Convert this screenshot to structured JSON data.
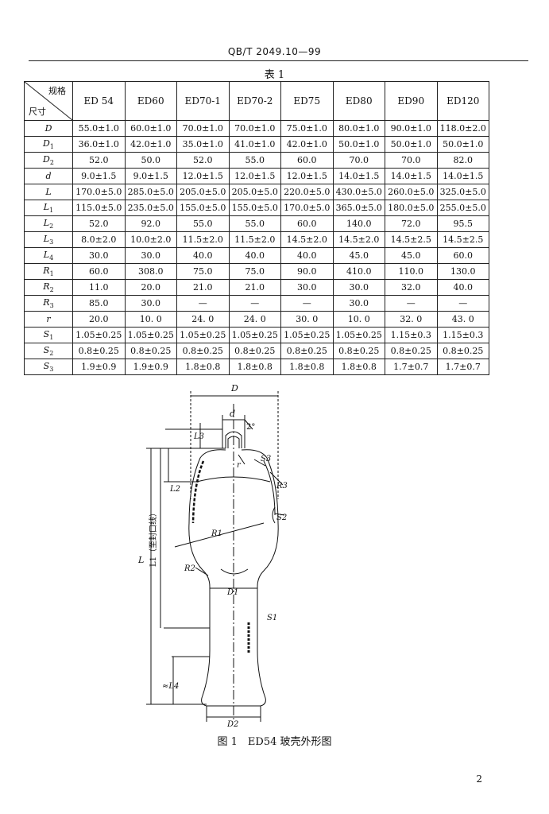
{
  "header": "QB/T 2049.10—99",
  "table_title": "表 1",
  "corner": {
    "top": "规格",
    "bottom": "尺寸"
  },
  "columns": [
    "ED 54",
    "ED60",
    "ED70-1",
    "ED70-2",
    "ED75",
    "ED80",
    "ED90",
    "ED120"
  ],
  "rows": [
    {
      "label": "D",
      "sub": "",
      "values": [
        "55.0±1.0",
        "60.0±1.0",
        "70.0±1.0",
        "70.0±1.0",
        "75.0±1.0",
        "80.0±1.0",
        "90.0±1.0",
        "118.0±2.0"
      ]
    },
    {
      "label": "D",
      "sub": "1",
      "values": [
        "36.0±1.0",
        "42.0±1.0",
        "35.0±1.0",
        "41.0±1.0",
        "42.0±1.0",
        "50.0±1.0",
        "50.0±1.0",
        "50.0±1.0"
      ]
    },
    {
      "label": "D",
      "sub": "2",
      "values": [
        "52.0",
        "50.0",
        "52.0",
        "55.0",
        "60.0",
        "70.0",
        "70.0",
        "82.0"
      ]
    },
    {
      "label": "d",
      "sub": "",
      "values": [
        "9.0±1.5",
        "9.0±1.5",
        "12.0±1.5",
        "12.0±1.5",
        "12.0±1.5",
        "14.0±1.5",
        "14.0±1.5",
        "14.0±1.5"
      ]
    },
    {
      "label": "L",
      "sub": "",
      "values": [
        "170.0±5.0",
        "285.0±5.0",
        "205.0±5.0",
        "205.0±5.0",
        "220.0±5.0",
        "430.0±5.0",
        "260.0±5.0",
        "325.0±5.0"
      ]
    },
    {
      "label": "L",
      "sub": "1",
      "values": [
        "115.0±5.0",
        "235.0±5.0",
        "155.0±5.0",
        "155.0±5.0",
        "170.0±5.0",
        "365.0±5.0",
        "180.0±5.0",
        "255.0±5.0"
      ]
    },
    {
      "label": "L",
      "sub": "2",
      "values": [
        "52.0",
        "92.0",
        "55.0",
        "55.0",
        "60.0",
        "140.0",
        "72.0",
        "95.5"
      ]
    },
    {
      "label": "L",
      "sub": "3",
      "values": [
        "8.0±2.0",
        "10.0±2.0",
        "11.5±2.0",
        "11.5±2.0",
        "14.5±2.0",
        "14.5±2.0",
        "14.5±2.5",
        "14.5±2.5"
      ]
    },
    {
      "label": "L",
      "sub": "4",
      "values": [
        "30.0",
        "30.0",
        "40.0",
        "40.0",
        "40.0",
        "45.0",
        "45.0",
        "60.0"
      ]
    },
    {
      "label": "R",
      "sub": "1",
      "values": [
        "60.0",
        "308.0",
        "75.0",
        "75.0",
        "90.0",
        "410.0",
        "110.0",
        "130.0"
      ]
    },
    {
      "label": "R",
      "sub": "2",
      "values": [
        "11.0",
        "20.0",
        "21.0",
        "21.0",
        "30.0",
        "30.0",
        "32.0",
        "40.0"
      ]
    },
    {
      "label": "R",
      "sub": "3",
      "values": [
        "85.0",
        "30.0",
        "—",
        "—",
        "—",
        "30.0",
        "—",
        "—"
      ]
    },
    {
      "label": "r",
      "sub": "",
      "values": [
        "20.0",
        "10. 0",
        "24. 0",
        "24. 0",
        "30. 0",
        "10. 0",
        "32. 0",
        "43. 0"
      ]
    },
    {
      "label": "S",
      "sub": "1",
      "values": [
        "1.05±0.25",
        "1.05±0.25",
        "1.05±0.25",
        "1.05±0.25",
        "1.05±0.25",
        "1.05±0.25",
        "1.15±0.3",
        "1.15±0.3"
      ]
    },
    {
      "label": "S",
      "sub": "2",
      "values": [
        "0.8±0.25",
        "0.8±0.25",
        "0.8±0.25",
        "0.8±0.25",
        "0.8±0.25",
        "0.8±0.25",
        "0.8±0.25",
        "0.8±0.25"
      ]
    },
    {
      "label": "S",
      "sub": "3",
      "values": [
        "1.9±0.9",
        "1.9±0.9",
        "1.8±0.8",
        "1.8±0.8",
        "1.8±0.8",
        "1.8±0.8",
        "1.7±0.7",
        "1.7±0.7"
      ]
    }
  ],
  "figure_labels": {
    "D": "D",
    "d": "d",
    "angle": "2°",
    "L3": "L3",
    "L2": "L2",
    "L": "L",
    "L1": "L1（至封口线）",
    "L4": "≈L4",
    "R1": "R1",
    "R2": "R2",
    "R3": "R3",
    "r": "r",
    "S1": "S1",
    "S2": "S2",
    "S3": "S3",
    "D1": "D1",
    "D2": "D2"
  },
  "caption": "图 1　ED54 玻壳外形图",
  "page_number": "2"
}
